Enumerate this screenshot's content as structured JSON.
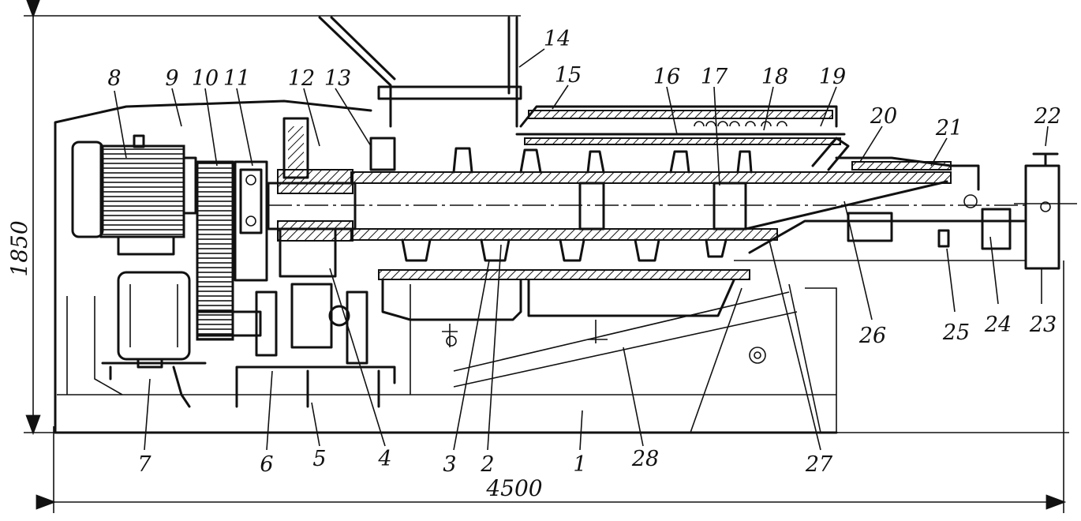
{
  "figure": {
    "dimension_width": "4500",
    "dimension_height": "1850",
    "callouts": [
      "1",
      "2",
      "3",
      "4",
      "5",
      "6",
      "7",
      "8",
      "9",
      "10",
      "11",
      "12",
      "13",
      "14",
      "15",
      "16",
      "17",
      "18",
      "19",
      "20",
      "21",
      "22",
      "23",
      "24",
      "25",
      "26",
      "27",
      "28"
    ]
  }
}
